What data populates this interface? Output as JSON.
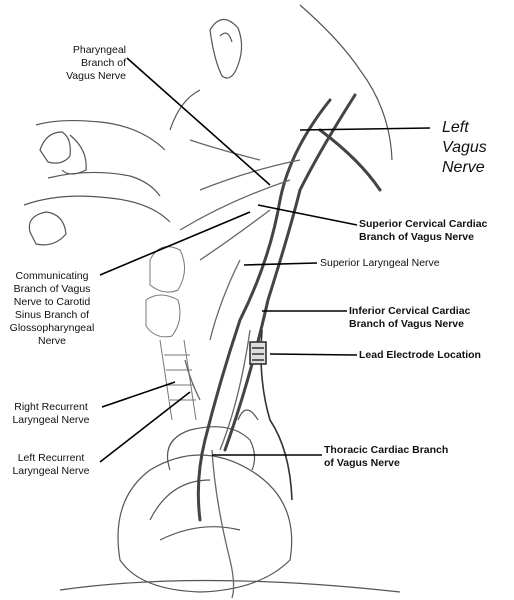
{
  "labels": {
    "pharyngeal": "Pharyngeal\nBranch of\nVagus Nerve",
    "left_vagus": "Left Vagus\nNerve",
    "superior_cervical": "Superior Cervical Cardiac\nBranch of Vagus Nerve",
    "superior_laryngeal": "Superior Laryngeal Nerve",
    "communicating": "Communicating\nBranch of Vagus\nNerve to Carotid\nSinus Branch of\nGlossopharyngeal\nNerve",
    "inferior_cervical": "Inferior Cervical Cardiac\nBranch of Vagus Nerve",
    "lead_electrode": "Lead Electrode Location",
    "right_recurrent": "Right Recurrent\nLaryngeal Nerve",
    "left_recurrent": "Left Recurrent\nLaryngeal Nerve",
    "thoracic": "Thoracic Cardiac Branch\nof Vagus Nerve"
  }
}
